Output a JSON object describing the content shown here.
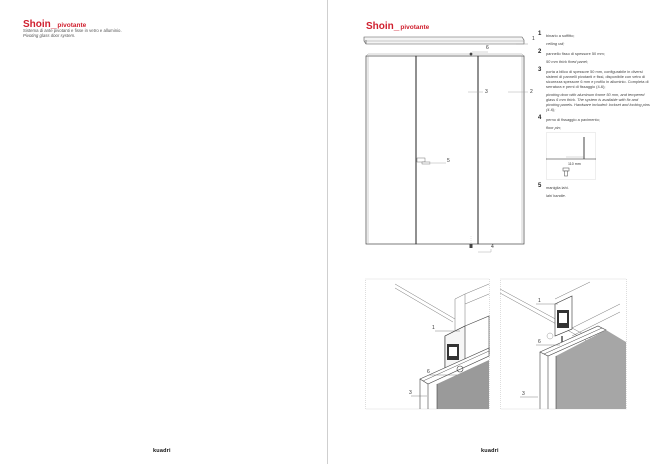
{
  "left_page": {
    "title": "Shoin_",
    "subtitle": "pivotante",
    "intro_it": "Sistema di ante pivotanti e fisse in vetro e alluminio.",
    "intro_en": "Pivoting glass door system.",
    "brand": "kuadri"
  },
  "right_page": {
    "title": "Shoin_",
    "subtitle": "pivotante",
    "brand": "kuadri",
    "elevation_callouts": [
      "1",
      "2",
      "3",
      "4",
      "5",
      "6"
    ],
    "legend": [
      {
        "num": "1",
        "it": "binario a soffitto;",
        "en": "ceiling rail;"
      },
      {
        "num": "2",
        "it": "pannello fisso di spessore 50 mm;",
        "en": "50 mm thick fixed panel;"
      },
      {
        "num": "3",
        "it": "porta a bilico di spessore 50 mm, configurabile in diversi sistemi di pannelli pivotanti e fissi, disponibile con vetro di sicurezza spessore 6 mm e profilo in alluminio. Completa di serratura e perni di fissaggio (4-6);",
        "en": "pivoting door with aluminum frame 50 mm, and tempered glass 6 mm thick. The system is available with fix and pivoting panels. Hardware included: lockset and locking pins (4-6);"
      },
      {
        "num": "4",
        "it": "perno di fissaggio a pavimento;",
        "en": "floor pin;"
      },
      {
        "num": "5",
        "it": "maniglia lahi.",
        "en": "lahi handle."
      }
    ],
    "floor_pin_dimension": "110 mm",
    "detail_left_callouts": [
      "1",
      "6",
      "3"
    ],
    "detail_right_callouts": [
      "1",
      "6",
      "3"
    ]
  }
}
